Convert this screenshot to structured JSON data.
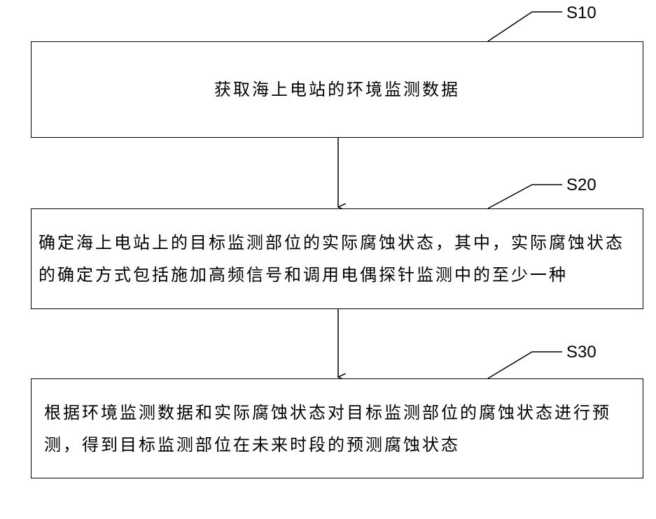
{
  "steps": [
    {
      "label": "S10",
      "text": "获取海上电站的环境监测数据"
    },
    {
      "label": "S20",
      "text": "确定海上电站上的目标监测部位的实际腐蚀状态，其中，实际腐蚀状态的确定方式包括施加高频信号和调用电偶探针监测中的至少一种"
    },
    {
      "label": "S30",
      "text": "根据环境监测数据和实际腐蚀状态对目标监测部位的腐蚀状态进行预测，得到目标监测部位在未来时段的预测腐蚀状态"
    }
  ]
}
